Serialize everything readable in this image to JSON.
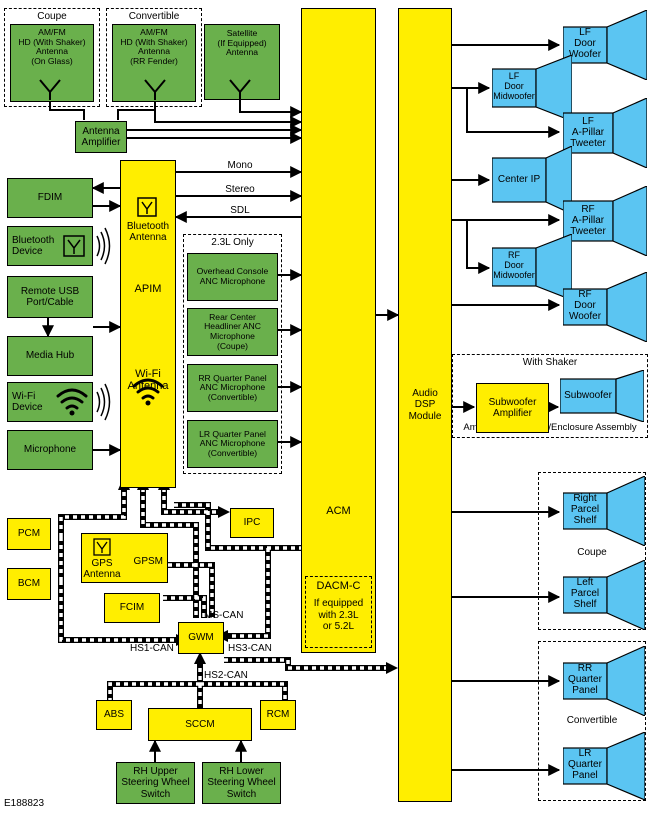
{
  "groups": {
    "coupe": "Coupe",
    "convertible": "Convertible",
    "only_23l": "2.3L Only",
    "with_shaker": "With Shaker",
    "amp_assembly": "Amplifier/Subwoofer/Enclosure Assembly",
    "coupe_speakers": "Coupe",
    "convertible_speakers": "Convertible"
  },
  "antennas": {
    "coupe_am_fm": "AM/FM\nHD (With Shaker)\nAntenna\n(On Glass)",
    "conv_am_fm": "AM/FM\nHD (With Shaker)\nAntenna\n(RR Fender)",
    "satellite": "Satellite\n(If Equipped)\nAntenna",
    "amplifier": "Antenna\nAmplifier"
  },
  "left_modules": {
    "fdim": "FDIM",
    "bluetooth_device": "Bluetooth\nDevice",
    "remote_usb": "Remote USB\nPort/Cable",
    "media_hub": "Media Hub",
    "wifi_device": "Wi-Fi\nDevice",
    "microphone": "Microphone"
  },
  "apim": {
    "bluetooth_antenna": "Bluetooth\nAntenna",
    "label": "APIM",
    "wifi_antenna": "Wi-Fi\nAntenna"
  },
  "signals": {
    "mono": "Mono",
    "stereo": "Stereo",
    "sdl": "SDL"
  },
  "microphones": {
    "overhead": "Overhead Console\nANC Microphone",
    "rear_center": "Rear Center\nHeadliner ANC\nMicrophone\n(Coupe)",
    "rr_quarter": "RR Quarter Panel\nANC Microphone\n(Convertible)",
    "lr_quarter": "LR Quarter Panel\nANC Microphone\n(Convertible)"
  },
  "acm": {
    "label": "ACM",
    "dacm": "DACM-C",
    "dacm_note": "If equipped\nwith 2.3L\nor 5.2L"
  },
  "dsp": "Audio\nDSP\nModule",
  "speakers": {
    "lf_door_woofer": "LF\nDoor\nWoofer",
    "lf_door_midwoofer": "LF\nDoor\nMidwoofer",
    "lf_a_pillar": "LF\nA-Pillar\nTweeter",
    "center_ip": "Center IP",
    "rf_a_pillar": "RF\nA-Pillar\nTweeter",
    "rf_door_midwoofer": "RF\nDoor\nMidwoofer",
    "rf_door_woofer": "RF\nDoor\nWoofer",
    "subwoofer_amp": "Subwoofer\nAmplifier",
    "subwoofer": "Subwoofer",
    "right_parcel": "Right\nParcel\nShelf",
    "left_parcel": "Left\nParcel\nShelf",
    "rr_quarter": "RR\nQuarter\nPanel",
    "lr_quarter": "LR\nQuarter\nPanel"
  },
  "network": {
    "pcm": "PCM",
    "bcm": "BCM",
    "gps_antenna": "GPS\nAntenna",
    "gpsm": "GPSM",
    "fcim": "FCIM",
    "ipc": "IPC",
    "gwm": "GWM",
    "abs": "ABS",
    "sccm": "SCCM",
    "rcm": "RCM",
    "rh_upper_switch": "RH Upper\nSteering Wheel\nSwitch",
    "rh_lower_switch": "RH Lower\nSteering Wheel\nSwitch"
  },
  "buses": {
    "ms_can": "MS-CAN",
    "hs1_can": "HS1-CAN",
    "hs3_can": "HS3-CAN",
    "hs2_can": "HS2-CAN"
  },
  "figure_id": "E188823",
  "colors": {
    "module_green": "#6ab04c",
    "module_yellow": "#ffee00",
    "speaker_blue": "#5bc5f2",
    "line_black": "#000000"
  },
  "icons": [
    "antenna-icon",
    "bluetooth-icon",
    "wifi-icon",
    "speaker-icon",
    "radio-wave-icon",
    "arrow-icon"
  ]
}
